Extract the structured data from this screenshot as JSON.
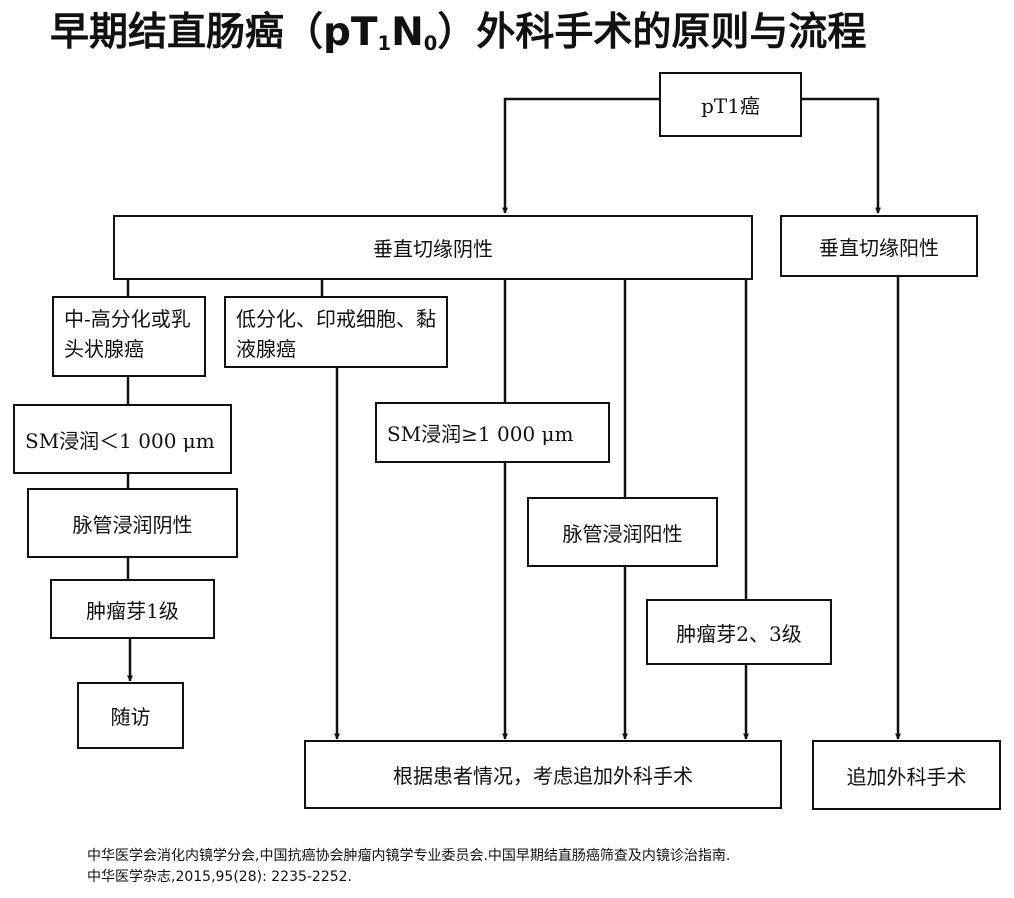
{
  "title": {
    "prefix": "早期结直肠癌（pT",
    "sub1": "1",
    "mid": "N",
    "sub2": "0",
    "suffix": "）外科手术的原则与流程"
  },
  "nodes": {
    "pt1": "pT1癌",
    "margin_neg": "垂直切缘阴性",
    "margin_pos": "垂直切缘阳性",
    "diff_high": "中-高分化或乳头状腺癌",
    "diff_low": "低分化、印戒细胞、黏液腺癌",
    "sm_lt": "SM浸润＜1 000 μm",
    "sm_ge": "SM浸润≥1 000 μm",
    "vasc_neg": "脉管浸润阴性",
    "vasc_pos": "脉管浸润阳性",
    "bud_1": "肿瘤芽1级",
    "bud_23": "肿瘤芽2、3级",
    "followup": "随访",
    "consider_surgery": "根据患者情况，考虑追加外科手术",
    "add_surgery": "追加外科手术"
  },
  "reference": {
    "line1": "中华医学会消化内镜学分会,中国抗癌协会肿瘤内镜学专业委员会.中国早期结直肠癌筛查及内镜诊治指南.",
    "line2": "中华医学杂志,2015,95(28): 2235-2252."
  }
}
